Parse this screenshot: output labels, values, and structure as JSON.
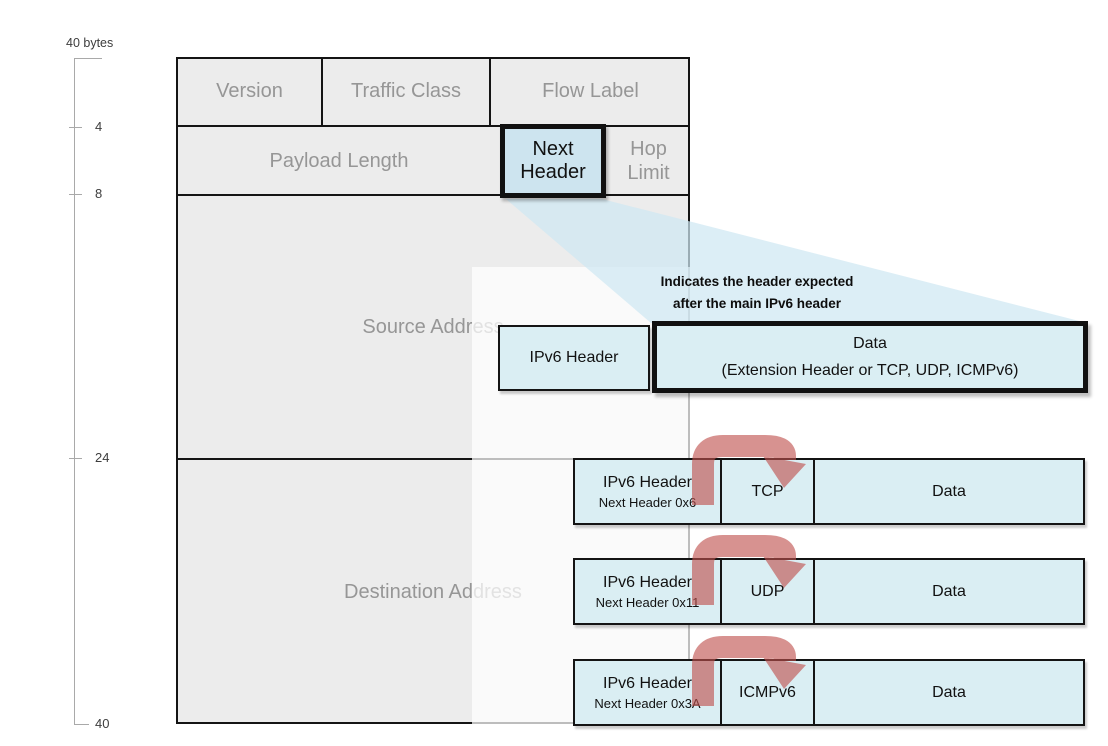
{
  "colors": {
    "box_gray_fill": "#ececec",
    "box_blue_fill": "#daeef3",
    "border_black": "#141414",
    "arrow_red": "#c0504d",
    "muted_gray_text": "#969696"
  },
  "ruler": {
    "top_label": "40 bytes",
    "ticks": [
      {
        "label": "4"
      },
      {
        "label": "8"
      },
      {
        "label": "24"
      },
      {
        "label": "40"
      }
    ]
  },
  "ipv6_header": {
    "version": "Version",
    "traffic_class": "Traffic Class",
    "flow_label": "Flow Label",
    "payload_length": "Payload Length",
    "next_header_line1": "Next",
    "next_header_line2": "Header",
    "hop_limit_line1": "Hop",
    "hop_limit_line2": "Limit",
    "source_address": "Source Address",
    "destination_address": "Destination Address"
  },
  "annotation": {
    "line1": "Indicates the header expected",
    "line2": "after the main IPv6 header"
  },
  "flow_row": {
    "ipv6_header": "IPv6 Header",
    "data_line1": "Data",
    "data_line2": "(Extension Header or TCP, UDP, ICMPv6)"
  },
  "examples": [
    {
      "header": "IPv6 Header",
      "next_header": "Next Header 0x6",
      "protocol": "TCP",
      "data": "Data"
    },
    {
      "header": "IPv6 Header",
      "next_header": "Next Header 0x11",
      "protocol": "UDP",
      "data": "Data"
    },
    {
      "header": "IPv6 Header",
      "next_header": "Next Header 0x3A",
      "protocol": "ICMPv6",
      "data": "Data"
    }
  ]
}
